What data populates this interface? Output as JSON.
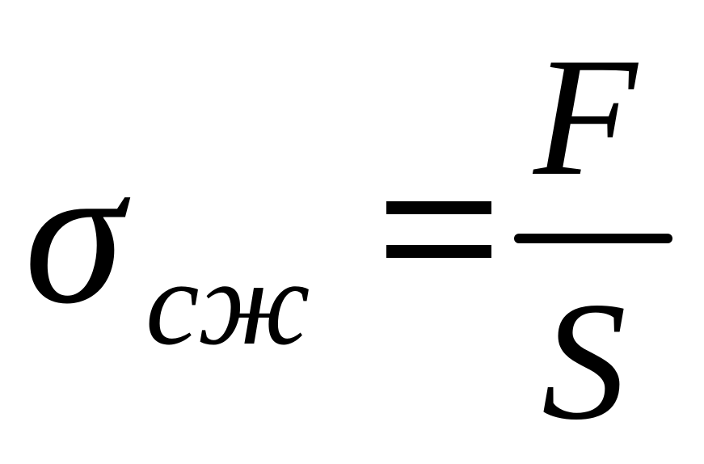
{
  "formula": {
    "symbol": "σ",
    "subscript": "сж",
    "operator": "=",
    "numerator": "F",
    "denominator": "S"
  }
}
